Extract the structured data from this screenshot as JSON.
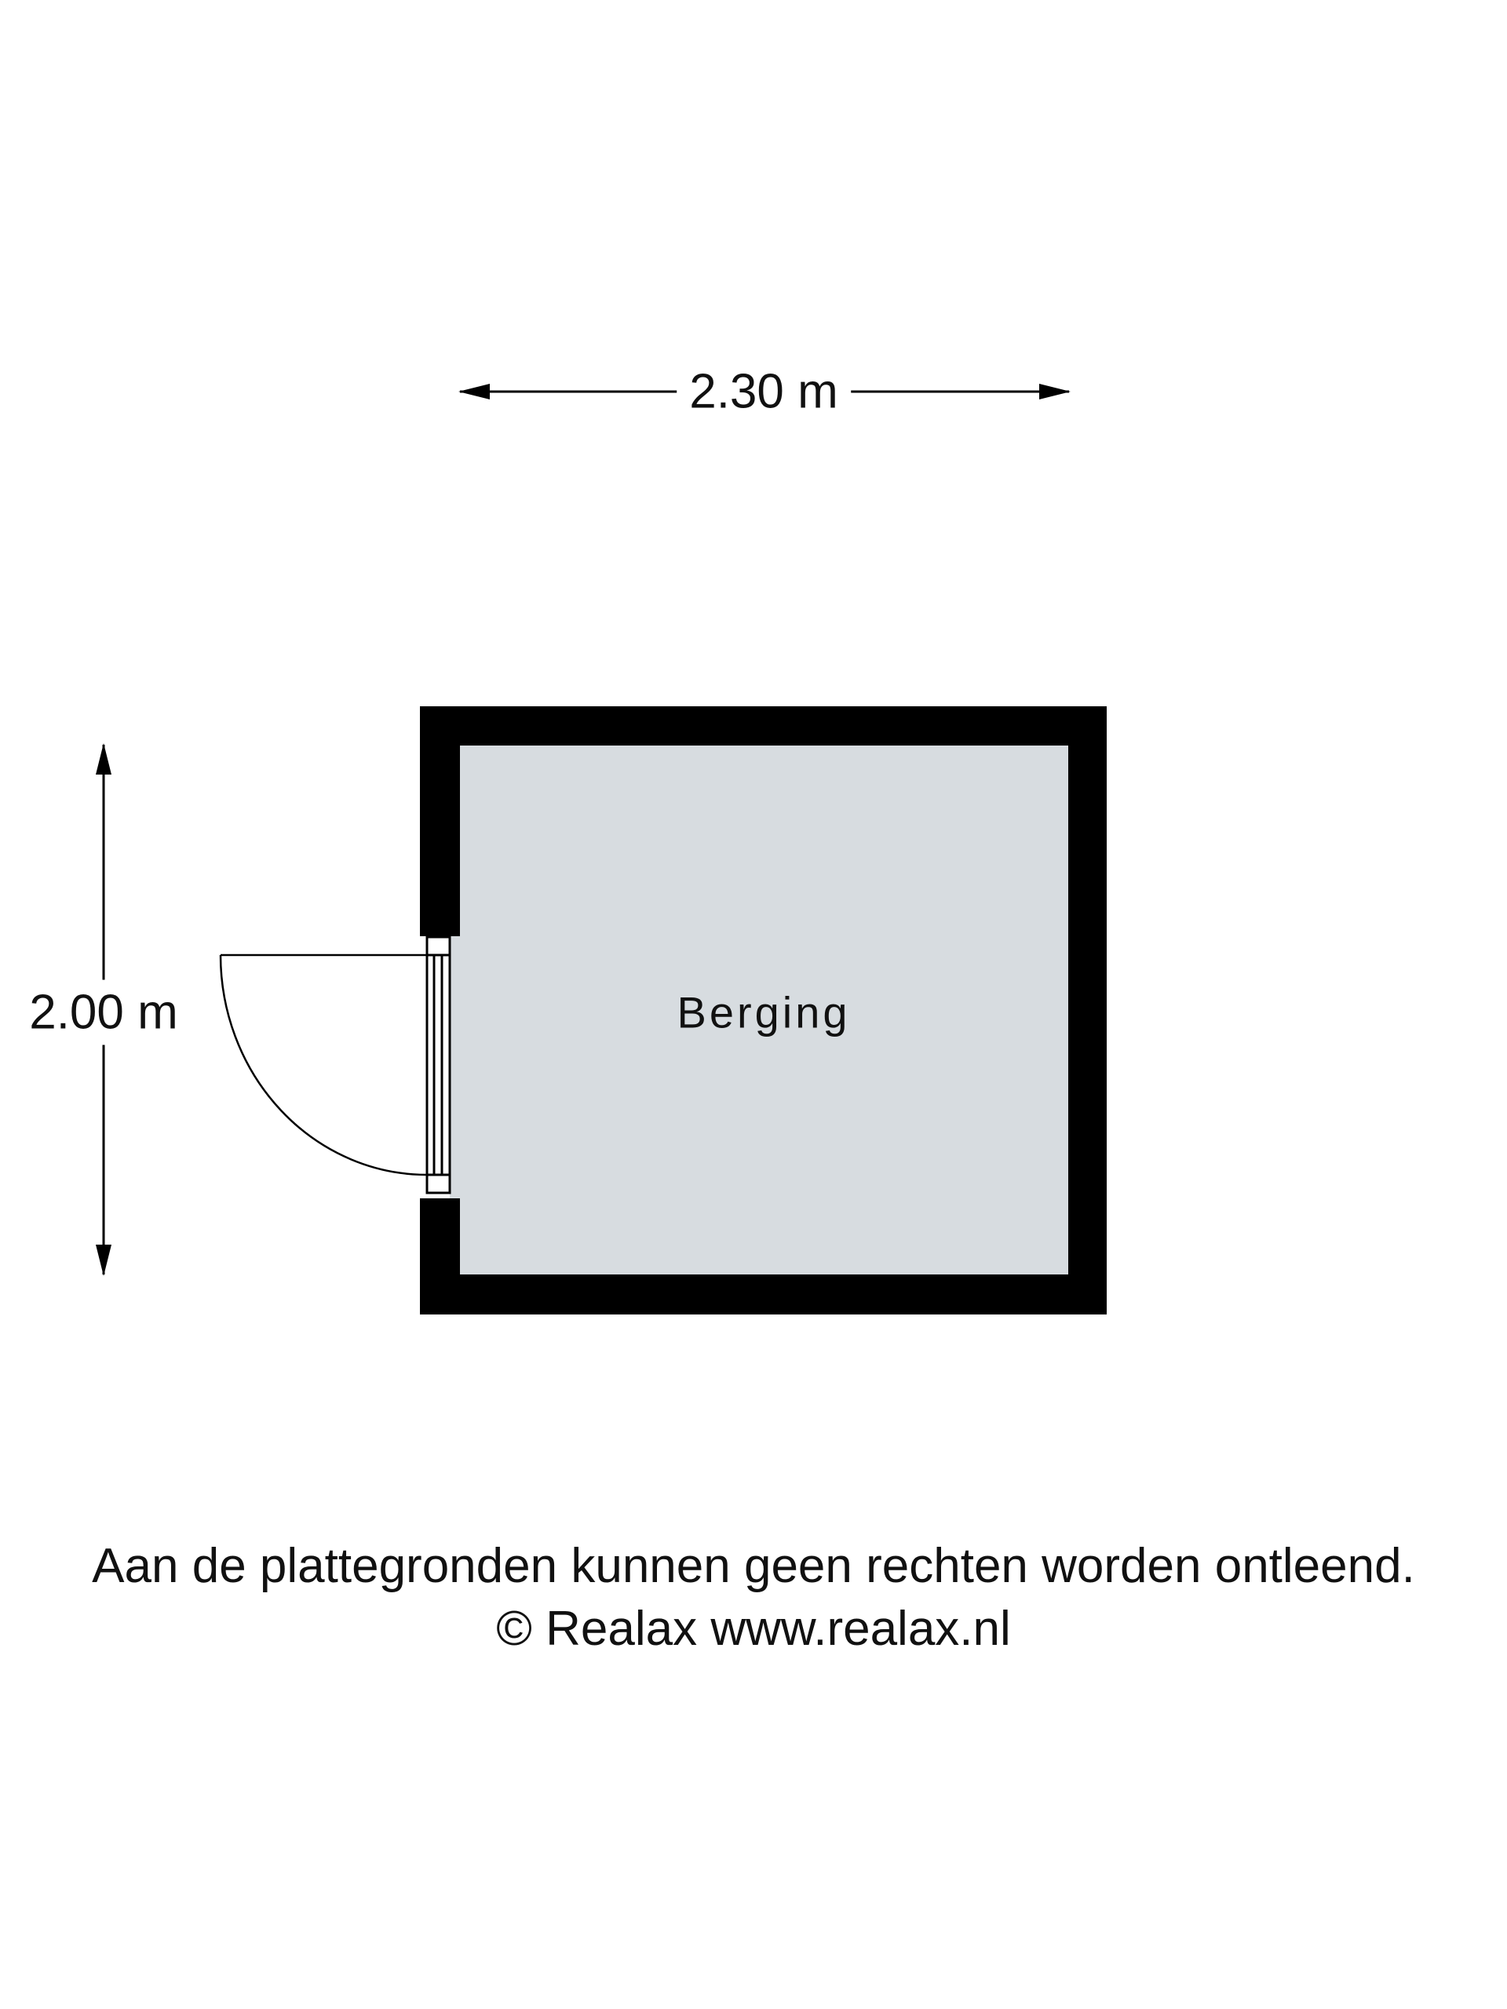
{
  "dimensions": {
    "width_label": "2.30 m",
    "height_label": "2.00 m"
  },
  "room": {
    "name": "Berging",
    "floor_color": "#d7dce0",
    "wall_color": "#000000"
  },
  "footer": {
    "disclaimer": "Aan de plattegronden kunnen geen rechten worden ontleend.",
    "copyright": "© Realax www.realax.nl"
  }
}
